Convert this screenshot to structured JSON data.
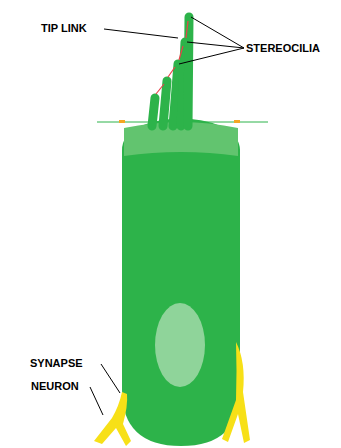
{
  "diagram": {
    "labels": [
      "TIP LINK",
      "STEREOCILIA",
      "SYNAPSE",
      "NEURON"
    ]
  }
}
